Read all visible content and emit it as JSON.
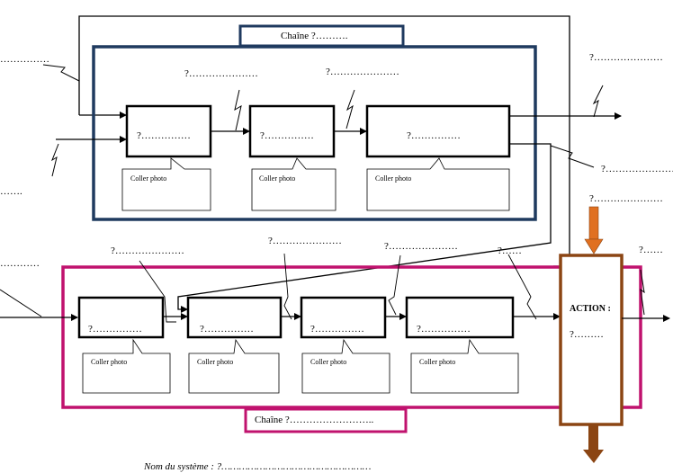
{
  "colors": {
    "top_chain": "#1f3a5f",
    "bottom_chain": "#c0126e",
    "action": "#8b4513",
    "action_arrow": "#e07020"
  },
  "top_chain": {
    "title": "Chaîne ?……….",
    "blocks": [
      "?……………",
      "?……………",
      "?……………"
    ],
    "photos": [
      "Coller photo",
      "Coller photo",
      "Coller photo"
    ],
    "labels_above": [
      "?…………………",
      "?…………………"
    ]
  },
  "bottom_chain": {
    "title": "Chaîne ?……………………..",
    "blocks": [
      "?……………",
      "?……………",
      "?……………",
      "?……………"
    ],
    "photos": [
      "Coller photo",
      "Coller photo",
      "Coller photo",
      "Coller photo"
    ],
    "labels_above": [
      "?…………………",
      "?…………………",
      "?…………………",
      "?……"
    ]
  },
  "action": {
    "title": "ACTION :",
    "value": "?………"
  },
  "left_labels": [
    "……………",
    "…….",
    "…………"
  ],
  "right_labels": [
    "?…………………",
    "?…………………",
    "?…………………",
    "?……"
  ],
  "footer": {
    "system_name": "Nom du système : ?……………………………………………"
  }
}
